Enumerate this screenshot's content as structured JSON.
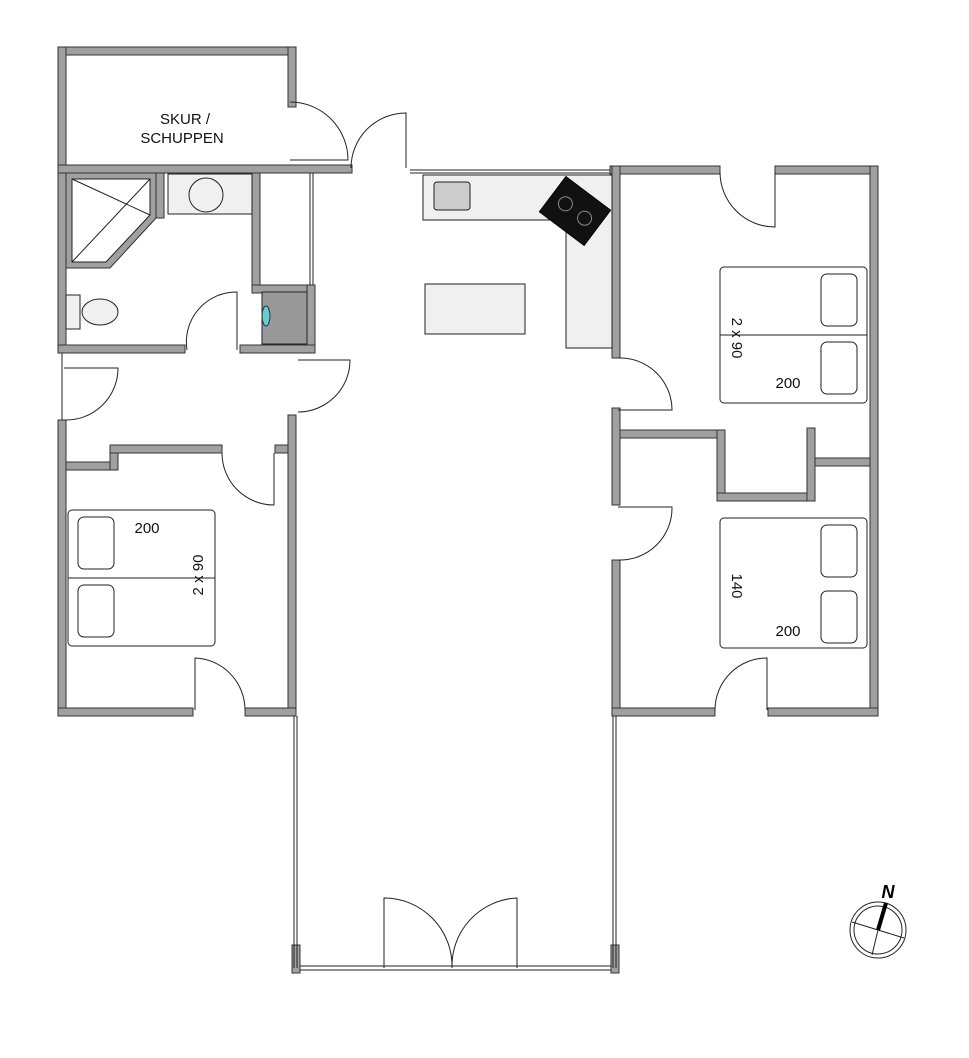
{
  "rooms": {
    "shed": {
      "line1": "SKUR /",
      "line2": "SCHUPPEN"
    },
    "bedroom_left": {
      "length": "200",
      "size": "2 x 90"
    },
    "bedroom_right_top": {
      "length": "200",
      "size": "2 x 90"
    },
    "bedroom_right_bottom": {
      "length": "200",
      "size": "140"
    }
  },
  "compass": {
    "label": "N"
  },
  "colors": {
    "wall": "#a0a0a0",
    "fixture": "#f0f0f0",
    "line": "#222222"
  }
}
